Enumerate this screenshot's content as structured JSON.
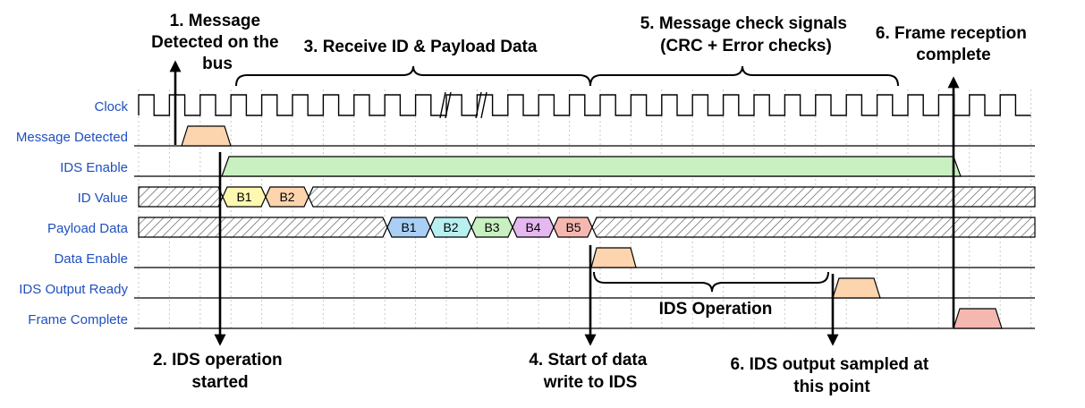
{
  "signals": [
    {
      "id": "clock",
      "label": "Clock"
    },
    {
      "id": "message_detected",
      "label": "Message Detected"
    },
    {
      "id": "ids_enable",
      "label": "IDS Enable"
    },
    {
      "id": "id_value",
      "label": "ID Value"
    },
    {
      "id": "payload_data",
      "label": "Payload Data"
    },
    {
      "id": "data_enable",
      "label": "Data Enable"
    },
    {
      "id": "ids_output_ready",
      "label": "IDS Output Ready"
    },
    {
      "id": "frame_complete",
      "label": "Frame Complete"
    }
  ],
  "segments": {
    "id_bytes": [
      "B1",
      "B2"
    ],
    "payload_bytes": [
      "B1",
      "B2",
      "B3",
      "B4",
      "B5"
    ]
  },
  "annotations": {
    "a1": [
      "1. Message",
      "Detected on the",
      "bus"
    ],
    "a2": [
      "2. IDS operation",
      "started"
    ],
    "a3": [
      "3. Receive ID & Payload Data"
    ],
    "a4": [
      "4. Start of data",
      "write to IDS"
    ],
    "a5": [
      "5. Message check signals",
      "(CRC + Error checks)"
    ],
    "a6a": [
      "6. IDS output sampled at",
      "this point"
    ],
    "a6b": [
      "6. Frame reception",
      "complete"
    ],
    "ids_operation": "IDS Operation"
  },
  "colors": {
    "label_blue": "#1f4fbf",
    "msg_detected": "#fcd5ae",
    "ids_enable": "#c8f0c0",
    "id_b1": "#fff8b0",
    "id_b2": "#fcd5ae",
    "pay_b1": "#a9cff5",
    "pay_b2": "#b8f0f0",
    "pay_b3": "#c8f0c0",
    "pay_b4": "#e6b8f0",
    "pay_b5": "#f5b8b0",
    "data_enable": "#fcd5ae",
    "ids_out": "#fcd5ae",
    "frame_complete": "#f5b8b0"
  }
}
